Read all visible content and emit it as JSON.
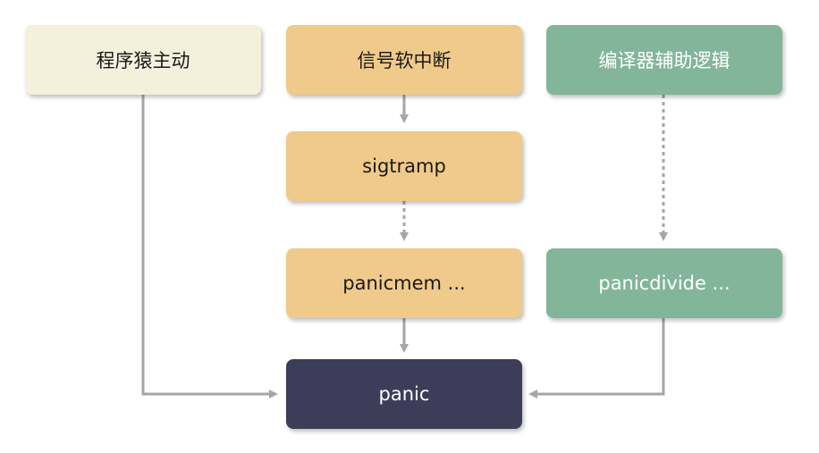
{
  "nodes": {
    "programmer": "程序猿主动",
    "signal_interrupt": "信号软中断",
    "compiler_logic": "编译器辅助逻辑",
    "sigtramp": "sigtramp",
    "panicmem": "panicmem ...",
    "panicdivide": "panicdivide ...",
    "panic": "panic"
  },
  "colors": {
    "cream": "#f3f0dc",
    "orange": "#f0ca8a",
    "green": "#82b59a",
    "navy": "#3d3d5a",
    "connector": "#a6a6a6"
  }
}
